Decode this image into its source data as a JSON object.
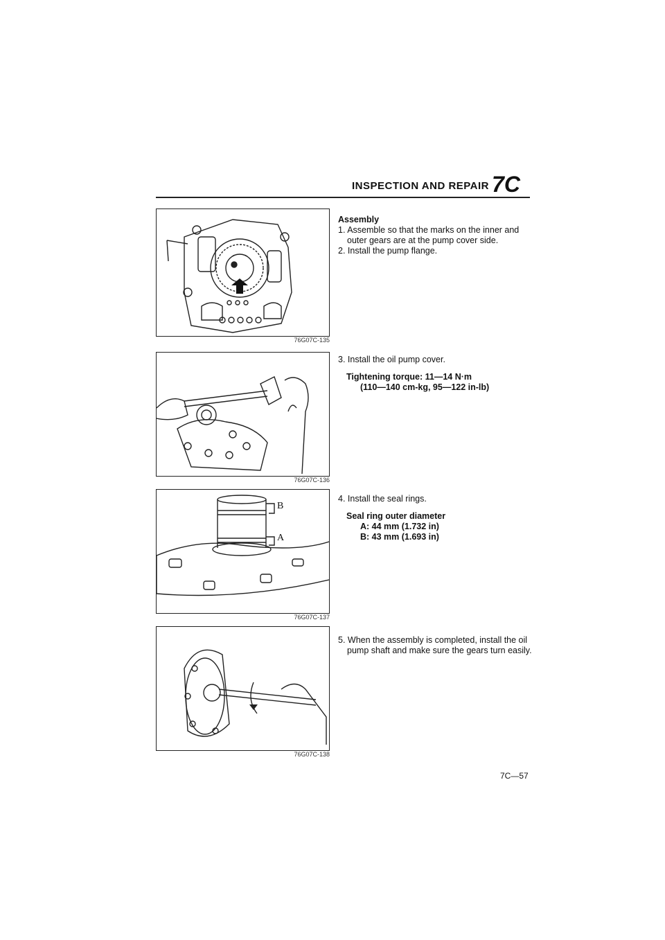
{
  "header": {
    "title": "INSPECTION AND REPAIR",
    "section_code": "7C"
  },
  "figures": [
    {
      "caption": "76G07C-135"
    },
    {
      "caption": "76G07C-136"
    },
    {
      "caption": "76G07C-137",
      "label_a": "A",
      "label_b": "B"
    },
    {
      "caption": "76G07C-138"
    }
  ],
  "assembly": {
    "heading": "Assembly",
    "step1": "1. Assemble so that the marks on the inner and outer gears are at the pump cover side.",
    "step2": "2. Install the pump flange."
  },
  "step3": {
    "text": "3. Install the oil pump cover.",
    "spec_label": "Tightening torque: 11—14 N·m",
    "spec_value": "(110—140 cm-kg, 95—122 in-lb)"
  },
  "step4": {
    "text": "4. Install the seal rings.",
    "spec_label": "Seal ring outer diameter",
    "spec_a": "A: 44 mm (1.732 in)",
    "spec_b": "B: 43 mm (1.693 in)"
  },
  "step5": {
    "text": "5. When the assembly is completed, install the oil pump shaft and make sure the gears turn easily."
  },
  "footer": {
    "page_number": "7C—57"
  }
}
